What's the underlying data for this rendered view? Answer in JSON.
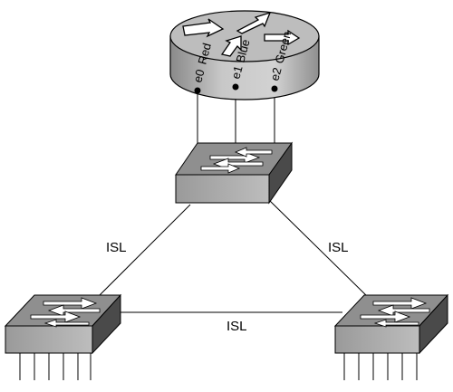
{
  "diagram": {
    "router": {
      "ports": [
        {
          "port": "e0",
          "vlan": "Red"
        },
        {
          "port": "e1",
          "vlan": "Blue"
        },
        {
          "port": "e2",
          "vlan": "Green"
        }
      ]
    },
    "links": {
      "top_left": "ISL",
      "top_right": "ISL",
      "bottom": "ISL"
    }
  },
  "colors": {
    "router_body": "#b8b8b8",
    "switch_top": "#8f8f8f",
    "switch_front": "#a6a6a6",
    "switch_side": "#4a4a4a",
    "line": "#000000"
  }
}
